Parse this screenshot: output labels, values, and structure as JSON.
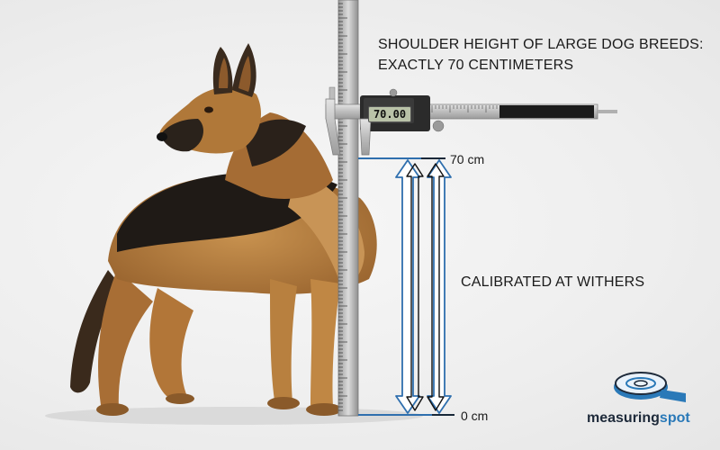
{
  "headline": {
    "line1": "SHOULDER HEIGHT OF LARGE DOG BREEDS:",
    "line2": "EXACTLY 70 CENTIMETERS"
  },
  "caliper": {
    "readout": "70.00"
  },
  "labels": {
    "top": "70 cm",
    "bottom": "0 cm",
    "callout": "CALIBRATED AT WITHERS"
  },
  "brand": {
    "part1": "measuring",
    "part2": "spot",
    "icon": "tape-measure-icon"
  },
  "colors": {
    "arrow_blue": "#2f6fae",
    "brand_dark": "#1e2a3a",
    "brand_blue": "#2a79b8"
  }
}
